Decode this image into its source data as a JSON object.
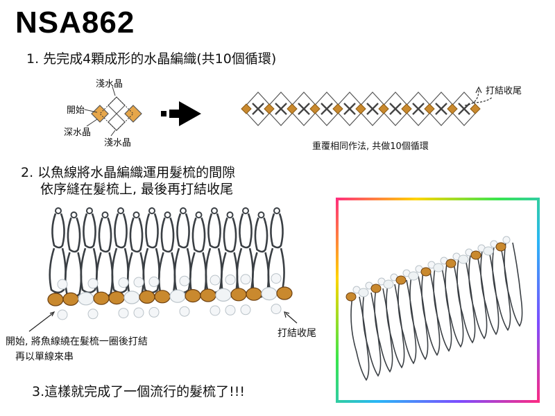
{
  "title": "NSA862",
  "step1": {
    "text": "1. 先完成4顆成形的水晶編織(共10個循環)",
    "label_light_top": "淺水晶",
    "label_start": "開始",
    "label_dark": "深水晶",
    "label_light_bottom": "淺水晶",
    "label_tie": "打結收尾",
    "caption": "重覆相同作法, 共做10個循環"
  },
  "step2": {
    "line1": "2. 以魚線將水晶編織運用髮梳的間隙",
    "line2": "依序縫在髮梳上, 最後再打結收尾",
    "note_start_line1": "開始, 將魚線繞在髮梳一圈後打結",
    "note_start_line2": "再以單線來串",
    "note_tie": "打結收尾"
  },
  "step3": {
    "text": "3.這樣就完成了一個流行的髮梳了!!!"
  },
  "colors": {
    "gold_crystal": "#c9892e",
    "wire": "#3a3f44",
    "frame_gradient": [
      "#ff2a7f",
      "#ffd400",
      "#38e54d",
      "#29b6f6",
      "#7c4dff"
    ]
  }
}
